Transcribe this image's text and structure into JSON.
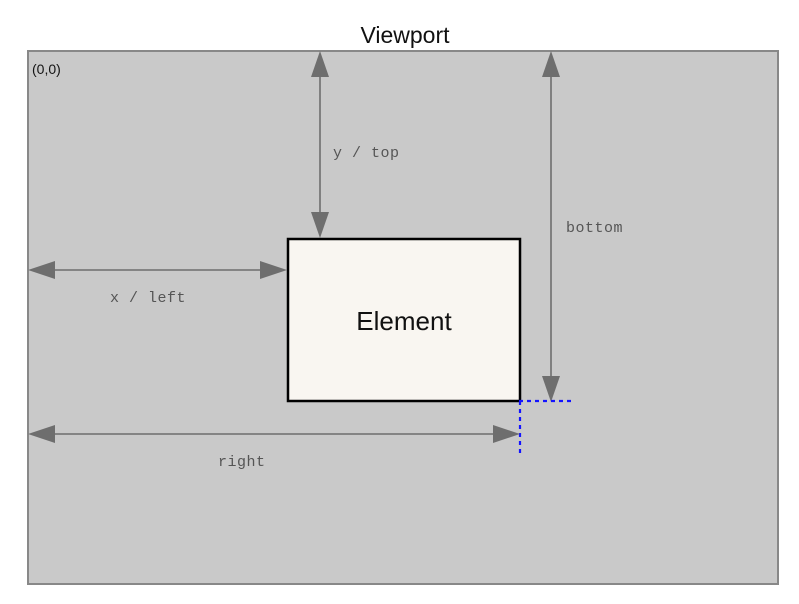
{
  "diagram": {
    "title": "Viewport",
    "origin_label": "(0,0)",
    "element_label": "Element",
    "measurements": [
      {
        "id": "y-top",
        "label": "y / top",
        "orientation": "vertical",
        "from": "viewport-top",
        "to": "element-top"
      },
      {
        "id": "bottom",
        "label": "bottom",
        "orientation": "vertical",
        "from": "viewport-top",
        "to": "element-bottom"
      },
      {
        "id": "x-left",
        "label": "x / left",
        "orientation": "horizontal",
        "from": "viewport-left",
        "to": "element-left"
      },
      {
        "id": "right",
        "label": "right",
        "orientation": "horizontal",
        "from": "viewport-left",
        "to": "element-right"
      }
    ],
    "colors": {
      "page_background": "#ffffff",
      "viewport_fill": "#c9c9c9",
      "viewport_stroke": "#888888",
      "element_fill": "#f9f6f1",
      "element_stroke": "#000000",
      "arrow": "#6e6e6e",
      "guide": "#1313ff",
      "label_text": "#555555",
      "title_text": "#111111"
    }
  }
}
